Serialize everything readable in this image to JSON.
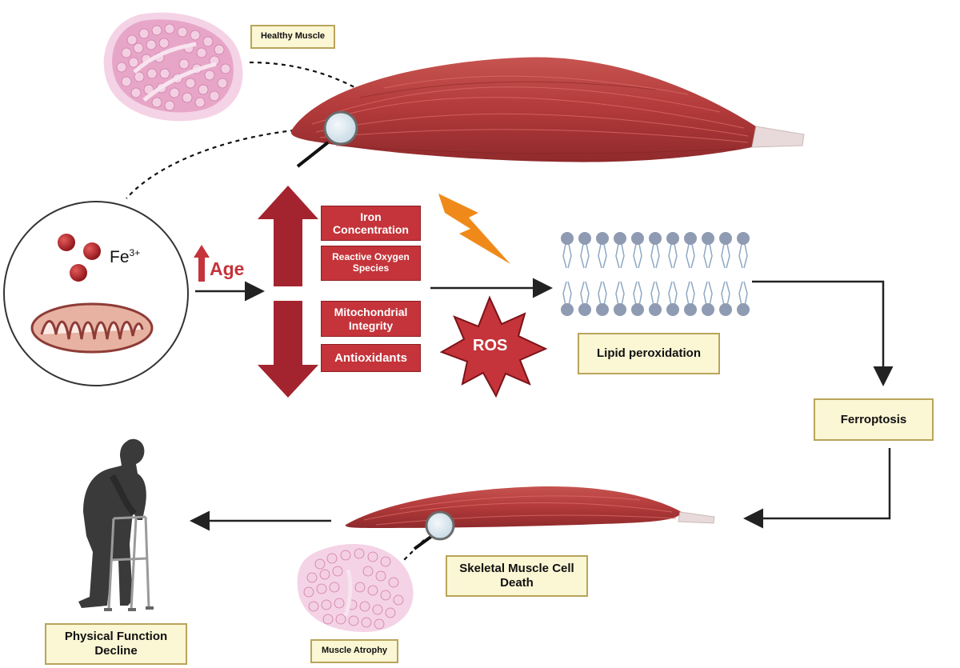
{
  "labels": {
    "healthy_muscle": "Healthy Muscle",
    "fe_symbol": "Fe",
    "fe_charge": "3+",
    "age": "Age",
    "iron_concentration": "Iron Concentration",
    "reactive_oxygen_species": "Reactive Oxygen Species",
    "mitochondrial_integrity": "Mitochondrial Integrity",
    "antioxidants": "Antioxidants",
    "ros": "ROS",
    "lipid_peroxidation": "Lipid peroxidation",
    "ferroptosis": "Ferroptosis",
    "skeletal_muscle_cell_death": "Skeletal Muscle Cell Death",
    "muscle_atrophy": "Muscle Atrophy",
    "physical_function_decline": "Physical Function Decline"
  },
  "colors": {
    "muscle_red": "#b23a3a",
    "accent_red": "#c4343a",
    "dark_red_arrow": "#a3242e",
    "label_fill": "#fbf6d4",
    "label_border": "#b9a45a",
    "lipid_head": "#8e9bb3",
    "lightning": "#ef8a1a",
    "tissue_pink": "#e7a6c8"
  }
}
